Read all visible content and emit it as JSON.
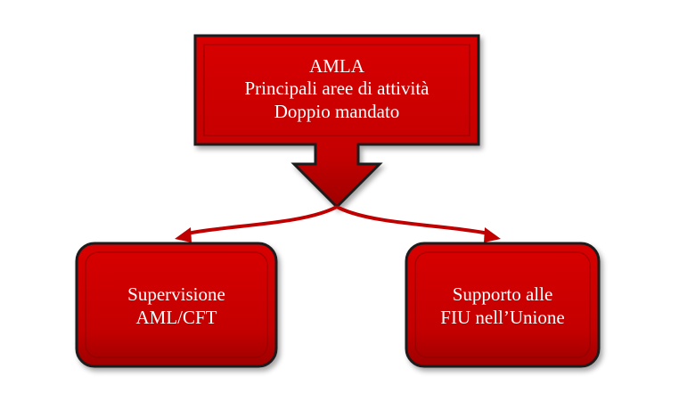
{
  "colors": {
    "box_fill": "#d40000",
    "box_dark": "#8a0000",
    "box_border": "#1c1c1c",
    "connector": "#c00000"
  },
  "top_box": {
    "lines": [
      "AMLA",
      "Principali aree di attività",
      "Doppio mandato"
    ]
  },
  "left_box": {
    "lines": [
      "Supervisione",
      "AML/CFT"
    ]
  },
  "right_box": {
    "lines": [
      "Supporto alle",
      "FIU nell’Unione"
    ]
  }
}
